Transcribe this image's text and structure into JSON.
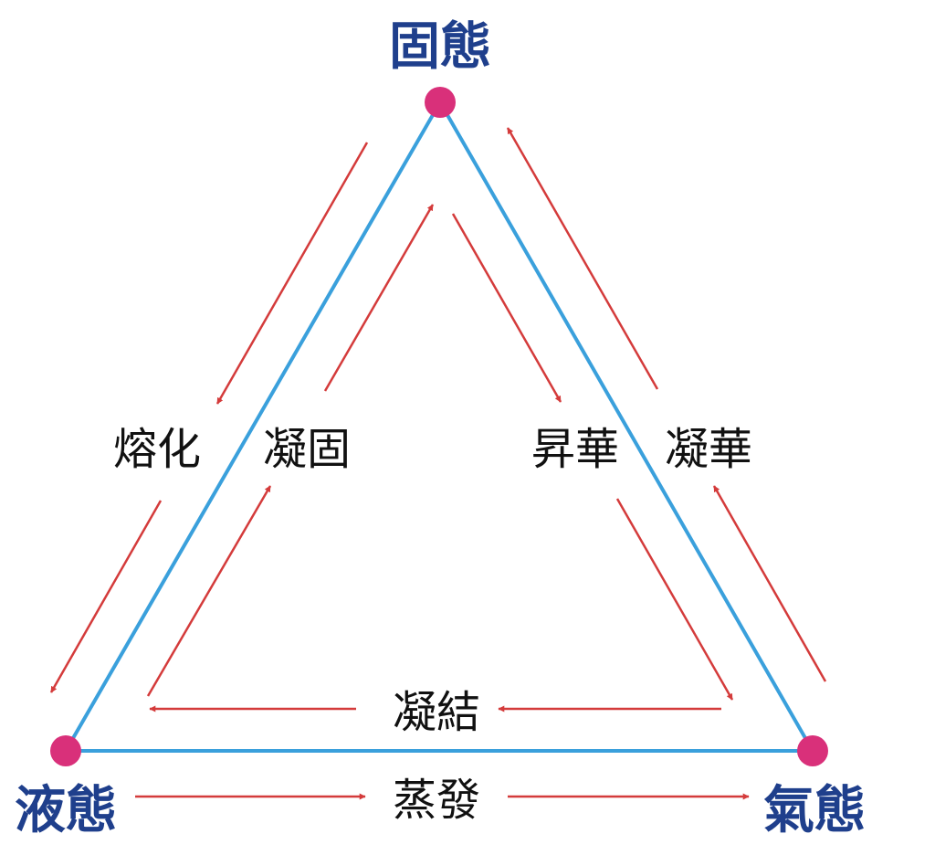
{
  "colors": {
    "edge": "#3aa0dc",
    "node": "#d9307a",
    "arrow": "#d43b3b",
    "state_text": "#1f3f8c",
    "process_text": "#111111"
  },
  "states": {
    "solid": "固態",
    "liquid": "液態",
    "gas": "氣態"
  },
  "processes": {
    "melting": "熔化",
    "freezing": "凝固",
    "sublimation": "昇華",
    "deposition": "凝華",
    "condensation": "凝結",
    "evaporation": "蒸發"
  }
}
